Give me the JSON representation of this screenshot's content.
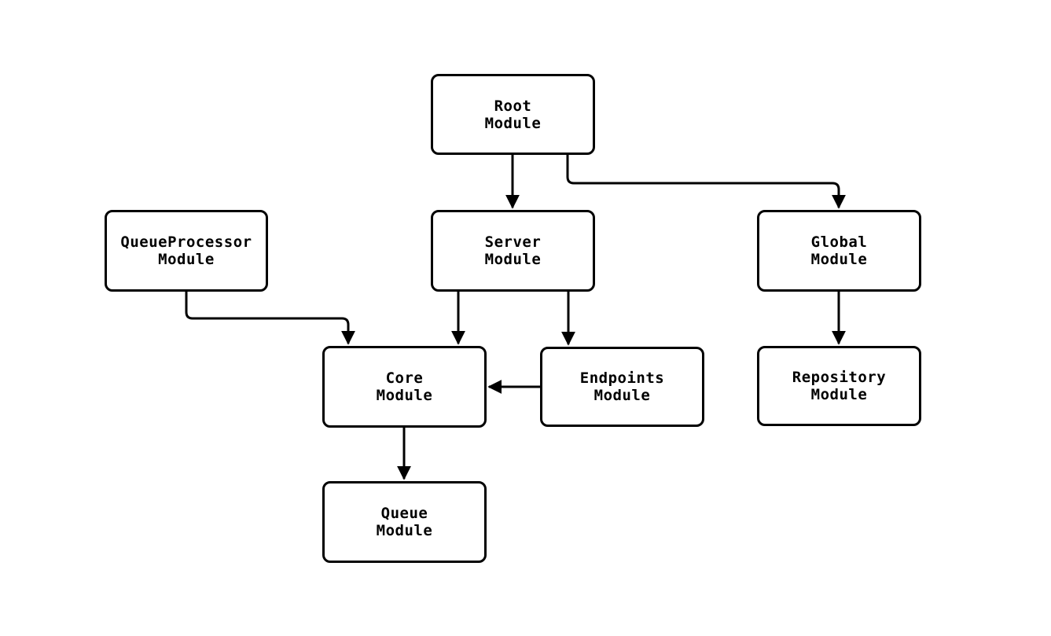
{
  "diagram": {
    "type": "dependency-graph",
    "nodes": {
      "root": {
        "label": "Root\nModule"
      },
      "queueprocessor": {
        "label": "QueueProcessor\nModule"
      },
      "server": {
        "label": "Server\nModule"
      },
      "global": {
        "label": "Global\nModule"
      },
      "core": {
        "label": "Core\nModule"
      },
      "endpoints": {
        "label": "Endpoints\nModule"
      },
      "repository": {
        "label": "Repository\nModule"
      },
      "queue": {
        "label": "Queue\nModule"
      }
    },
    "edges": [
      {
        "from": "Root Module",
        "to": "Server Module"
      },
      {
        "from": "Root Module",
        "to": "Global Module"
      },
      {
        "from": "QueueProcessor Module",
        "to": "Core Module"
      },
      {
        "from": "Server Module",
        "to": "Core Module"
      },
      {
        "from": "Server Module",
        "to": "Endpoints Module"
      },
      {
        "from": "Endpoints Module",
        "to": "Core Module"
      },
      {
        "from": "Core Module",
        "to": "Queue Module"
      },
      {
        "from": "Global Module",
        "to": "Repository Module"
      }
    ],
    "colors": {
      "background": "#ffffff",
      "node_fill": "#ffffff",
      "node_border": "#000000",
      "edge_stroke": "#000000",
      "text": "#000000"
    }
  }
}
